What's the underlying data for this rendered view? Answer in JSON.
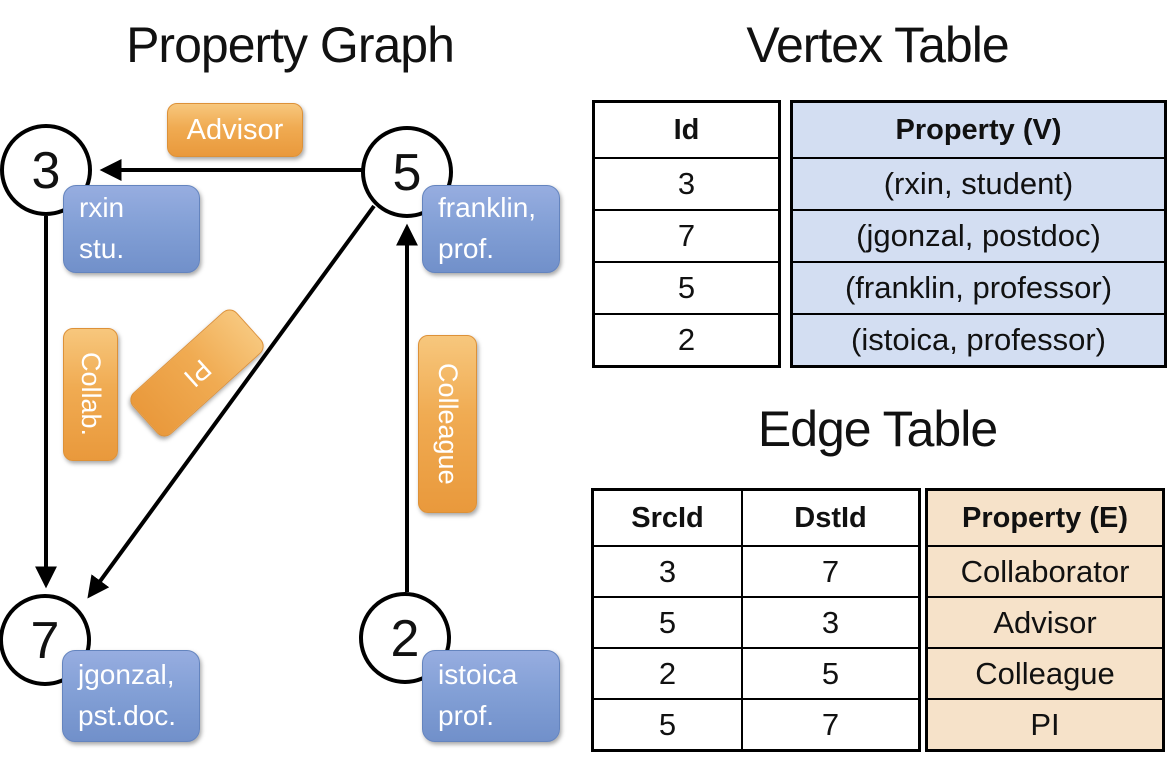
{
  "graph": {
    "title": "Property Graph",
    "nodes": [
      {
        "id": "3",
        "property_lines": [
          "rxin",
          "stu."
        ]
      },
      {
        "id": "5",
        "property_lines": [
          "franklin,",
          "prof."
        ]
      },
      {
        "id": "7",
        "property_lines": [
          "jgonzal,",
          "pst.doc."
        ]
      },
      {
        "id": "2",
        "property_lines": [
          "istoica",
          "prof."
        ]
      }
    ],
    "edge_labels": {
      "advisor": "Advisor",
      "collab": "Collab.",
      "pi": "PI",
      "colleague": "Colleague"
    }
  },
  "vertex_table": {
    "title": "Vertex Table",
    "headers": {
      "id": "Id",
      "property": "Property (V)"
    },
    "rows": [
      {
        "id": "3",
        "property": "(rxin, student)"
      },
      {
        "id": "7",
        "property": "(jgonzal, postdoc)"
      },
      {
        "id": "5",
        "property": "(franklin, professor)"
      },
      {
        "id": "2",
        "property": "(istoica, professor)"
      }
    ]
  },
  "edge_table": {
    "title": "Edge Table",
    "headers": {
      "src": "SrcId",
      "dst": "DstId",
      "property": "Property (E)"
    },
    "rows": [
      {
        "src": "3",
        "dst": "7",
        "property": "Collaborator"
      },
      {
        "src": "5",
        "dst": "3",
        "property": "Advisor"
      },
      {
        "src": "2",
        "dst": "5",
        "property": "Colleague"
      },
      {
        "src": "5",
        "dst": "7",
        "property": "PI"
      }
    ]
  },
  "colors": {
    "edge_label_fill": "#F0AB52",
    "vertex_property_fill": "#83A0D6",
    "vertex_table_property_bg": "#D3DEF2",
    "edge_table_property_bg": "#F6E2C9",
    "line_color": "#000000"
  }
}
